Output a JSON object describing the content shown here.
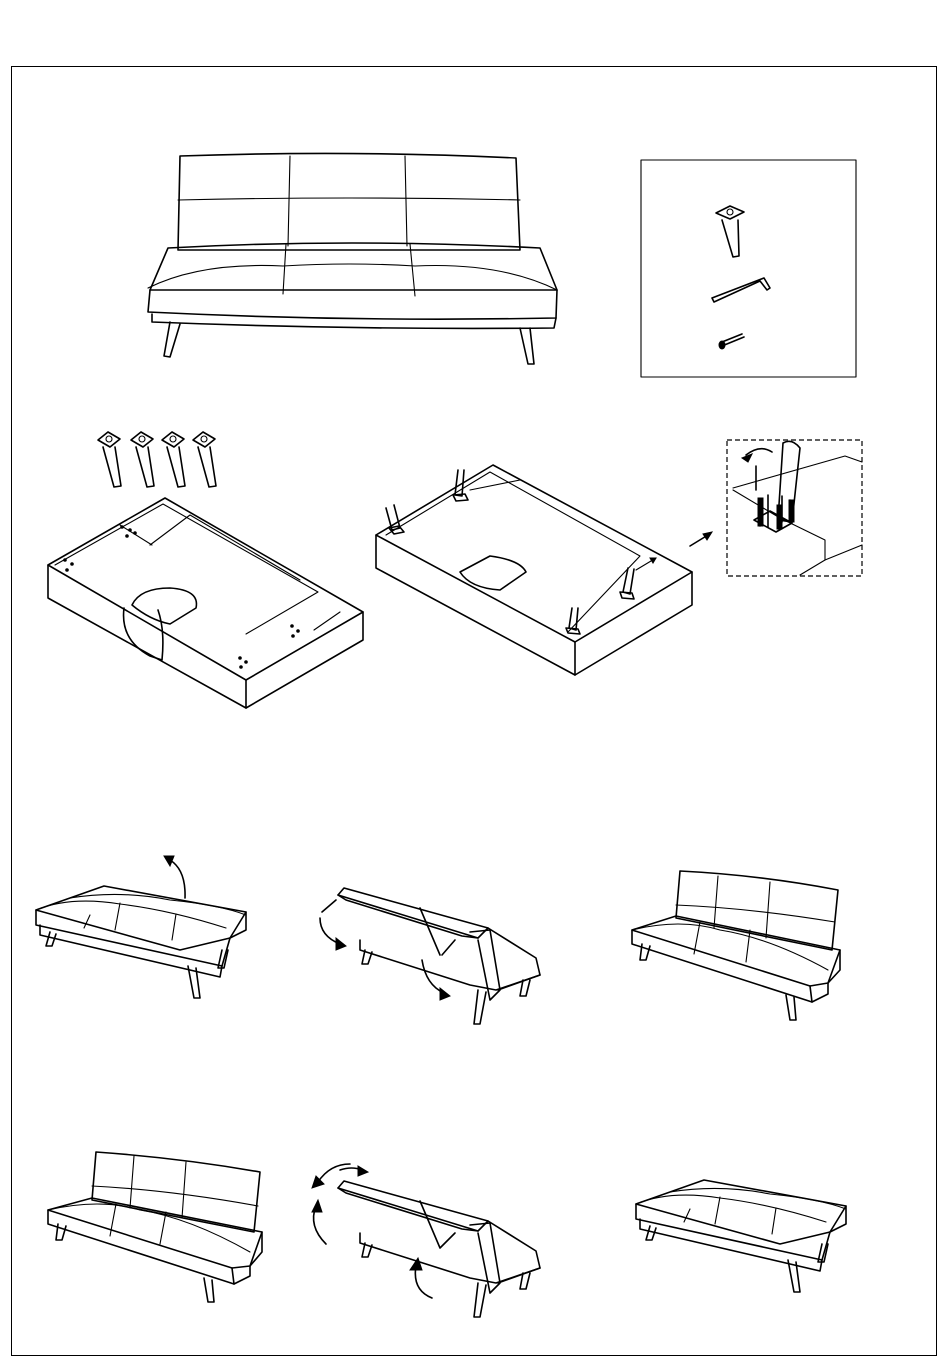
{
  "document": {
    "type": "assembly-instructions",
    "product": "sofa bed",
    "text": []
  },
  "parts_panel": {
    "items": [
      "leg",
      "allen-key",
      "bolt"
    ]
  },
  "steps": {
    "assembly": [
      "attach-legs-underside",
      "legs-installed",
      "tighten-leg-detail"
    ],
    "convert_to_sofa": [
      "lift-backrest",
      "fold-mechanism",
      "sofa-upright"
    ],
    "convert_to_bed": [
      "sofa-upright",
      "recline-mechanism",
      "bed-flat"
    ]
  }
}
